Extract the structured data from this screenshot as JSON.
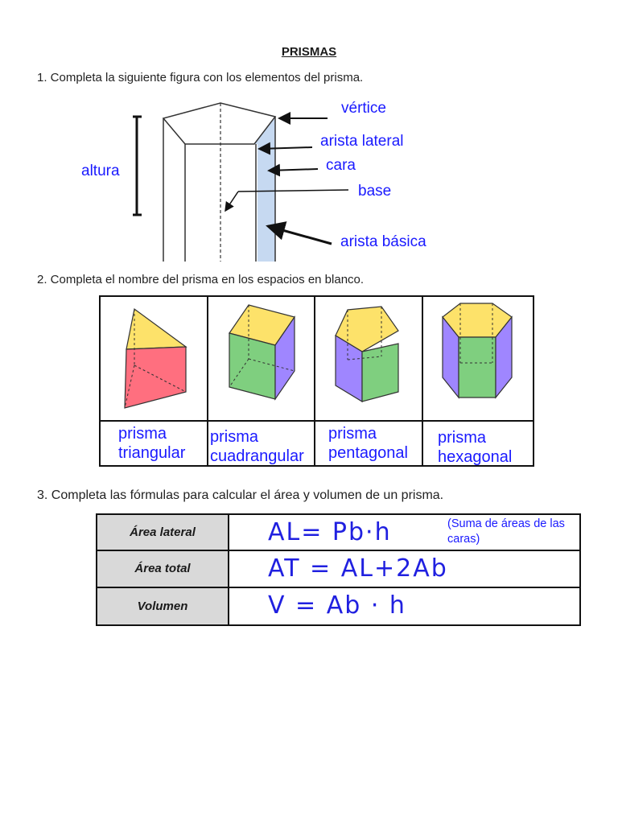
{
  "title": "PRISMAS",
  "section1": {
    "instruction": "1.  Completa la siguiente figura con los elementos del prisma.",
    "labels": {
      "vertice": "vértice",
      "arista_lateral": "arista lateral",
      "cara": "cara",
      "base": "base",
      "altura": "altura",
      "arista_basica": "arista básica"
    }
  },
  "section2": {
    "instruction": "2.  Completa el nombre del prisma en los espacios en blanco.",
    "prisms": [
      {
        "line1": "prisma",
        "line2": "triangular"
      },
      {
        "line1": "prisma",
        "line2": "cuadrangular"
      },
      {
        "line1": "prisma",
        "line2": "pentagonal"
      },
      {
        "line1": "prisma",
        "line2": "hexagonal"
      }
    ]
  },
  "section3": {
    "instruction": "3.  Completa las fórmulas para calcular el área y volumen de un prisma.",
    "rows": [
      {
        "label": "Área lateral",
        "formula": "AL= Pb·h",
        "note": "(Suma de áreas de las caras)"
      },
      {
        "label": "Área total",
        "formula": "AT = AL+2Ab",
        "note": ""
      },
      {
        "label": "Volumen",
        "formula": "V = Ab · h",
        "note": ""
      }
    ]
  },
  "colors": {
    "handwriting": "#1a1aff",
    "prism_face_blue": "#c6d9f1",
    "yellow": "#fde26a",
    "red": "#ff6f7f",
    "green": "#7fcf7f",
    "purple": "#9f86ff"
  }
}
